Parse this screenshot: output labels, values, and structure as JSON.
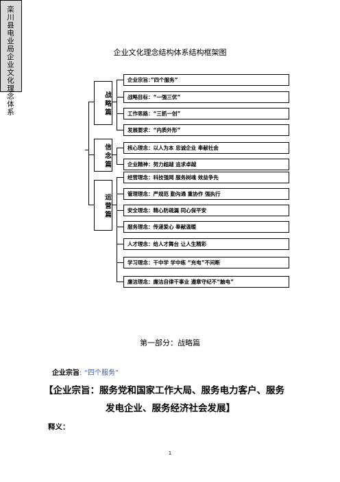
{
  "title": "企业文化理念结构体系结构框架图",
  "root_label": "栾川县电业局企业文化理念体系",
  "categories": [
    {
      "label": "战略篇"
    },
    {
      "label": "信念篇"
    },
    {
      "label": "运营篇"
    }
  ],
  "items": [
    "企业宗旨：”四个服务”",
    "战略目标：“一强三优”",
    "工作思路：“三抓一创”",
    "发展要求：“内质外形”",
    "核心理念：以人为本    忠诚企业    奉献社会",
    "企业精神：努力超越    追求卓越",
    "经营理念：科技强网    服务树魂    效益争先",
    "管理理念：严规范    勤沟通    重协作    强执行",
    "安全理念：精心防疏漏    同心保平安",
    "服务理念：传递爱心    奉献温暖",
    "人才理念：给人才舞台    让人生精彩",
    "学习理念：干中学 学中练 “充电”不间断",
    "廉洁理念：廉洁自律干事业    遵章守纪不“触电”"
  ],
  "section_title": "第一部分：战略篇",
  "heading": {
    "label": "企业宗旨",
    "colon": ":",
    "quote": "“四个服务”"
  },
  "statement_line1": "【企业宗旨：服务党和国家工作大局、服务电力客户、服务",
  "statement_line2": "发电企业、服务经济社会发展】",
  "shiyi": "释义：",
  "page_number": "1"
}
